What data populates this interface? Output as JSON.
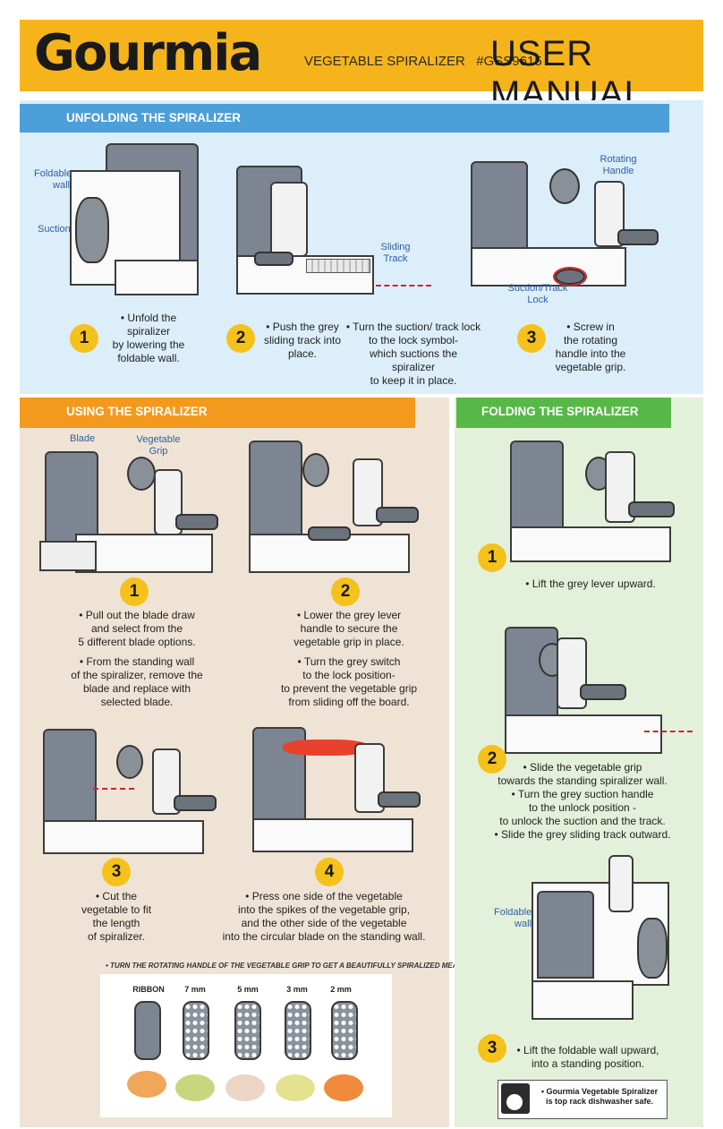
{
  "header": {
    "brand": "Gourmia",
    "product": "VEGETABLE SPIRALIZER   #GSS9615",
    "doc_title": "USER MANUAL"
  },
  "unfolding": {
    "title": "UNFOLDING THE SPIRALIZER",
    "labels": {
      "foldable_wall": "Foldable\nwall",
      "suction": "Suction",
      "sliding_track": "Sliding\nTrack",
      "rotating_handle": "Rotating\nHandle",
      "suction_lock": "Suction/Track\nLock"
    },
    "steps": [
      {
        "num": "1",
        "text": "• Unfold the\nspiralizer\nby lowering the\nfoldable wall."
      },
      {
        "num": "2",
        "text": "• Push the grey\nsliding track into\nplace."
      },
      {
        "num": "",
        "text": "• Turn the suction/ track lock\nto the lock symbol-\nwhich suctions the\nspiralizer\nto keep it in place."
      },
      {
        "num": "3",
        "text": "• Screw in\nthe rotating\nhandle into the\nvegetable grip."
      }
    ]
  },
  "using": {
    "title": "USING THE SPIRALIZER",
    "labels": {
      "blade": "Blade",
      "vegetable_grip": "Vegetable\nGrip"
    },
    "steps": [
      {
        "num": "1",
        "text": "• Pull out the blade draw\nand select from the\n5 different blade options.",
        "text2": "• From the standing wall\nof the spiralizer, remove the\nblade and replace with\nselected blade."
      },
      {
        "num": "2",
        "text": "• Lower the grey lever\nhandle to secure the\nvegetable grip in place.",
        "text2": "• Turn the grey switch\nto the lock position-\nto prevent the vegetable grip\nfrom sliding off the board."
      },
      {
        "num": "3",
        "text": "• Cut the\nvegetable to fit\nthe length\nof spiralizer."
      },
      {
        "num": "4",
        "text": "• Press one side of the vegetable\ninto the spikes of the vegetable grip,\nand the other side of the vegetable\ninto the circular blade on the standing wall."
      }
    ],
    "note": "• TURN THE ROTATING HANDLE OF THE VEGETABLE GRIP TO GET A BEAUTIFULLY SPIRALIZED MEAL!",
    "blades": [
      "RIBBON",
      "7 mm",
      "5 mm",
      "3 mm",
      "2 mm"
    ]
  },
  "folding": {
    "title": "FOLDING THE SPIRALIZER",
    "labels": {
      "foldable_wall": "Foldable\nwall"
    },
    "steps": [
      {
        "num": "1",
        "text": "• Lift the grey lever upward."
      },
      {
        "num": "2",
        "text": "• Slide the vegetable grip\ntowards the standing spiralizer wall.\n• Turn the grey suction handle\nto the unlock position -\nto unlock the suction and the track.\n• Slide the grey sliding track outward."
      },
      {
        "num": "3",
        "text": "• Lift the foldable wall upward,\ninto a standing position."
      }
    ],
    "dishwasher_note": "• Gourmia Vegetable Spiralizer\nis top rack dishwasher safe."
  },
  "colors": {
    "header": "#f6b41c",
    "unfold_bar": "#4c9fd8",
    "using_bar": "#f39a1e",
    "fold_bar": "#57b847",
    "step_badge": "#f5c11b"
  }
}
